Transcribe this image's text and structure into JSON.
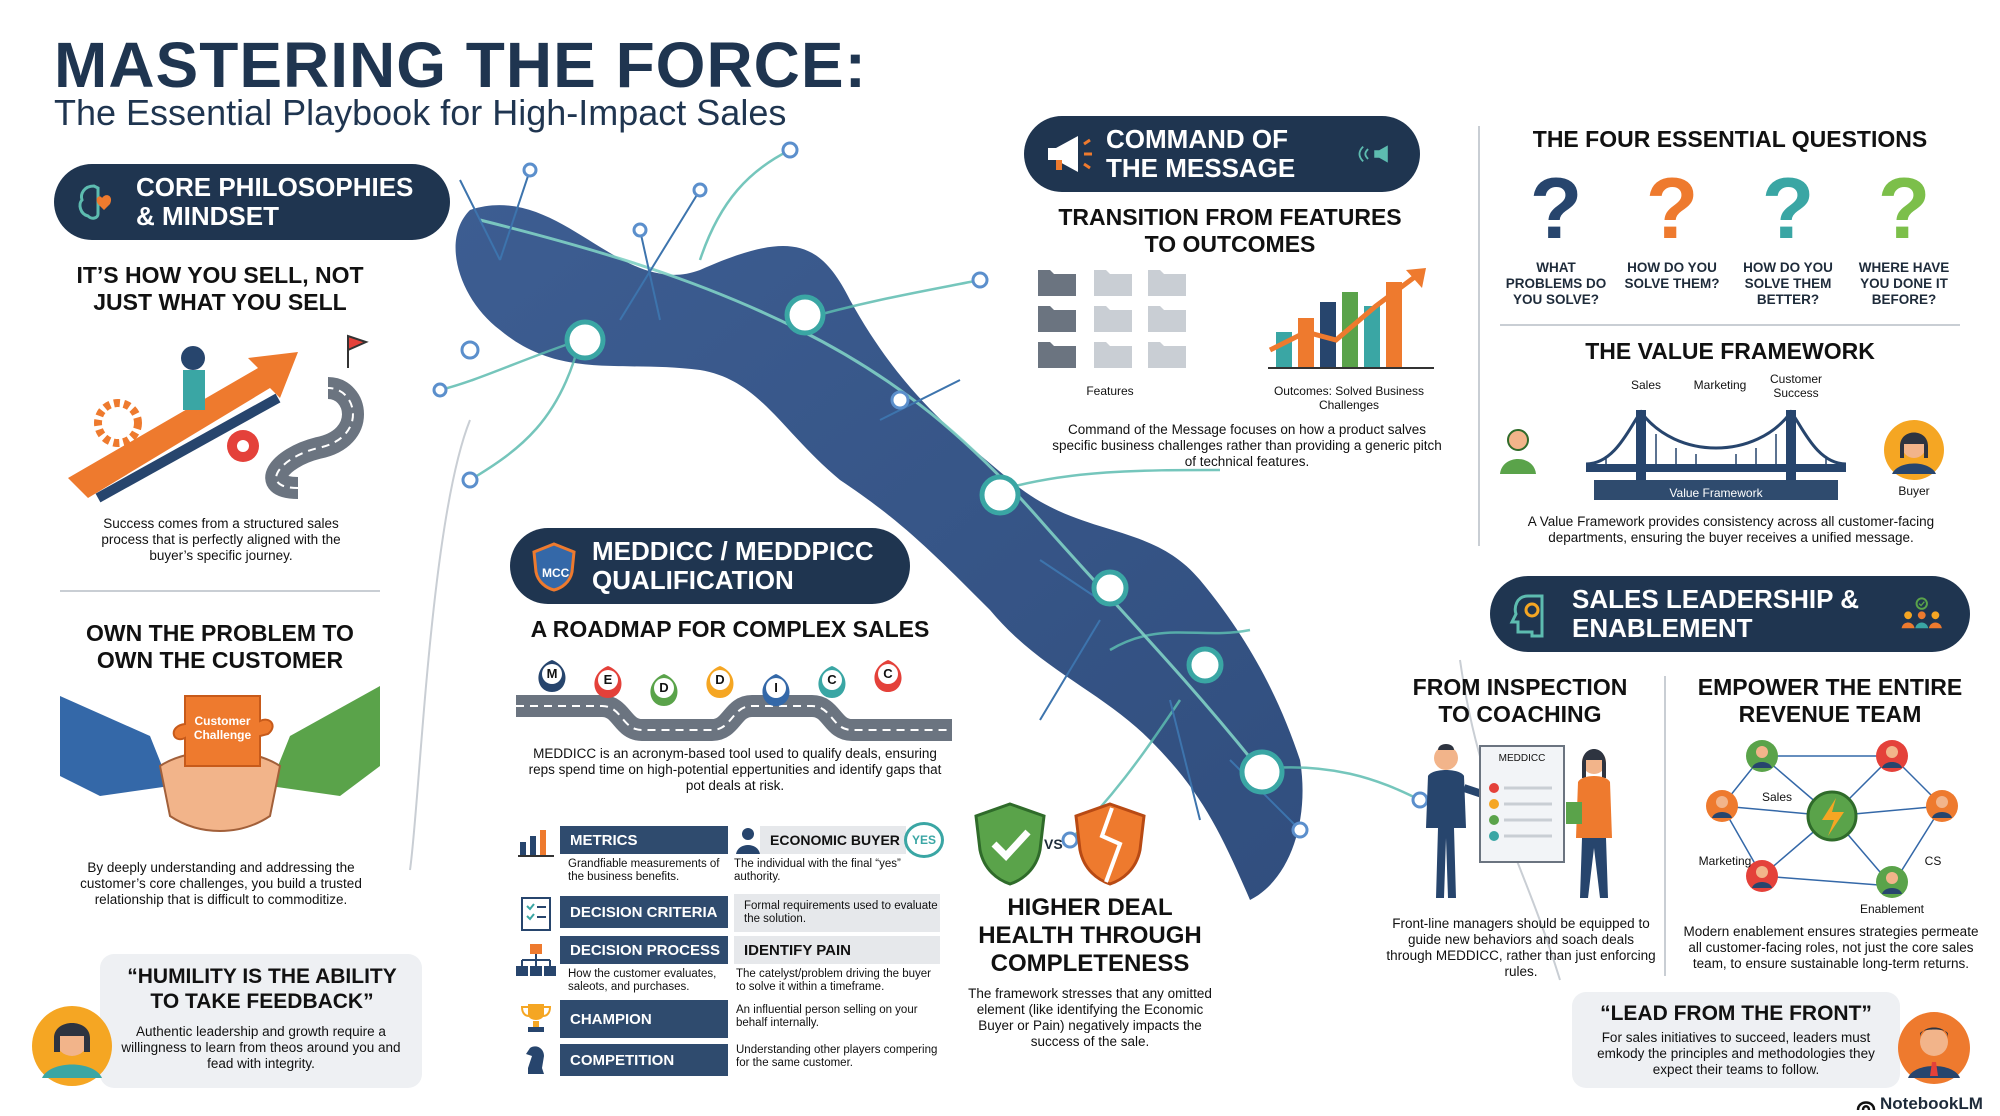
{
  "header": {
    "title": "MASTERING THE FORCE:",
    "subtitle": "The Essential Playbook for High-Impact Sales"
  },
  "core": {
    "pill": "CORE PHILOSOPHIES & MINDSET",
    "h1": "IT’S HOW YOU SELL, NOT JUST WHAT YOU SELL",
    "p1": "Success comes from a structured sales process that is perfectly aligned with the buyer’s specific journey.",
    "h2": "OWN THE PROBLEM TO OWN THE CUSTOMER",
    "puzzle": "Customer Challenge",
    "p2": "By deeply understanding and addressing the customer’s core challenges, you build a trusted relationship that is difficult to commoditize.",
    "quote": "“HUMILITY IS THE ABILITY TO TAKE FEEDBACK”",
    "quote_body": "Authentic leadership and growth require a willingness to learn from theos around you and fead with integrity."
  },
  "meddicc": {
    "pill": "MEDDICC / MEDDPICC QUALIFICATION",
    "shield": "MCC",
    "h1": "A ROADMAP FOR COMPLEX SALES",
    "pins": [
      "M",
      "E",
      "D",
      "D",
      "I",
      "C",
      "C"
    ],
    "p1": "MEDDICC is an acronym-based tool used to qualify deals, ensuring reps spend time on high-potential eppertunities and identify gaps that pot deals at risk.",
    "metrics": "METRICS",
    "metrics_desc": "Grandfiable measurements of the business benefits.",
    "economic_buyer": "ECONOMIC BUYER",
    "yes": "YES",
    "economic_buyer_desc": "The individual with the final “yes” authority.",
    "decision_criteria": "DECISION CRITERIA",
    "decision_criteria_desc": "Formal requirements used to evaluate the solution.",
    "decision_process": "DECISION PROCESS",
    "identify_pain": "IDENTIFY PAIN",
    "decision_process_desc": "How the customer evaluates, saleots, and purchases.",
    "identify_pain_desc": "The catelyst/problem driving the buyer to solve it within a timeframe.",
    "champion": "CHAMPION",
    "champion_desc": "An influential person selling on your behalf internally.",
    "competition": "COMPETITION",
    "competition_desc": "Understanding other players compering for the same customer.",
    "vs": "VS",
    "h2": "HIGHER DEAL HEALTH THROUGH COMPLETENESS",
    "p2": "The framework stresses that any omitted element (like identifying the Economic Buyer or Pain) negatively impacts the success of the sale."
  },
  "message": {
    "pill": "COMMAND OF THE MESSAGE",
    "h1": "TRANSITION FROM FEATURES TO OUTCOMES",
    "features": "Features",
    "outcomes": "Outcomes: Solved Business Challenges",
    "p1": "Command of the Message focuses on how a product salves specific business challenges rather than providing a generic pitch of technical features."
  },
  "questions": {
    "h1": "THE FOUR ESSENTIAL QUESTIONS",
    "items": [
      {
        "label": "WHAT PROBLEMS DO YOU SOLVE?",
        "color": "#27456d"
      },
      {
        "label": "HOW DO YOU SOLVE THEM?",
        "color": "#ee7a2e"
      },
      {
        "label": "HOW DO YOU SOLVE THEM BETTER?",
        "color": "#3aa6a4"
      },
      {
        "label": "WHERE HAVE YOU DONE IT BEFORE?",
        "color": "#7cbf4a"
      }
    ],
    "h2": "THE VALUE FRAMEWORK",
    "sales": "Sales",
    "marketing": "Marketing",
    "cs": "Customer Success",
    "bridge": "Value Framework",
    "buyer": "Buyer",
    "p2": "A Value Framework provides consistency across all customer-facing departments, ensuring the buyer receives a unified message."
  },
  "leadership": {
    "pill": "SALES LEADERSHIP & ENABLEMENT",
    "h1": "FROM INSPECTION TO COACHING",
    "board": "MEDDICC",
    "p1": "Front-line managers should be equipped to guide new behaviors and soach deals through MEDDICC, rather than just enforcing rules.",
    "h2": "EMPOWER THE ENTIRE REVENUE TEAM",
    "sales": "Sales",
    "marketing": "Marketing",
    "cs": "CS",
    "enablement": "Enablement",
    "p2": "Modern enablement ensures strategies permeate all customer-facing roles, not just the core sales team, to ensure sustainable long-term returns.",
    "quote": "“LEAD FROM THE FRONT”",
    "quote_body": "For sales initiatives to succeed, leaders must emkody the principles and methodologies they expect their teams to follow."
  },
  "footer": {
    "brand": "NotebookLM"
  },
  "colors": {
    "navy": "#1f3550",
    "orange": "#ee7a2e",
    "teal": "#3aa6a4",
    "green": "#7cbf4a"
  }
}
